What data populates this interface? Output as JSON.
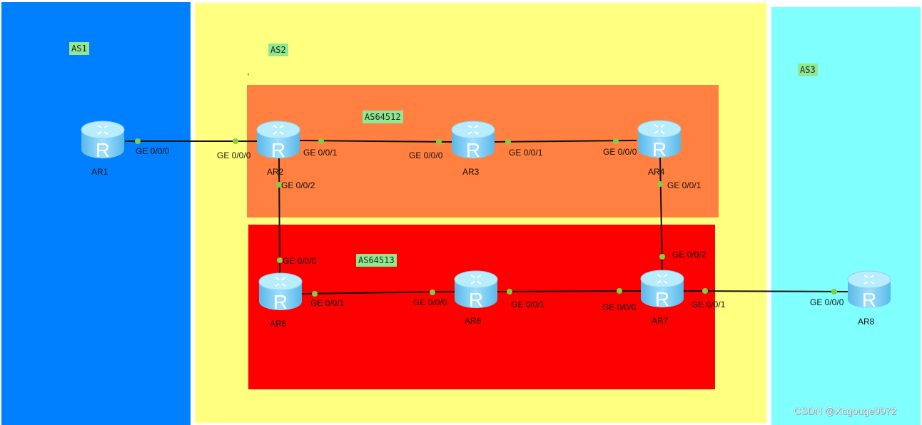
{
  "zones": {
    "as1": {
      "label": "AS1",
      "color": "#0080ff"
    },
    "as2": {
      "label": "AS2",
      "color": "#ffff80"
    },
    "as3": {
      "label": "AS3",
      "color": "#80ffff"
    },
    "as64512": {
      "label": "AS64512",
      "color": "#ff8040"
    },
    "as64513": {
      "label": "AS64513",
      "color": "#ff0000"
    }
  },
  "routers": [
    {
      "id": "AR1",
      "name": "AR1",
      "glyph": "R"
    },
    {
      "id": "AR2",
      "name": "AR2",
      "glyph": "R"
    },
    {
      "id": "AR3",
      "name": "AR3",
      "glyph": "R"
    },
    {
      "id": "AR4",
      "name": "AR4",
      "glyph": "R"
    },
    {
      "id": "AR5",
      "name": "AR5",
      "glyph": "R"
    },
    {
      "id": "AR6",
      "name": "AR6",
      "glyph": "R"
    },
    {
      "id": "AR7",
      "name": "AR7",
      "glyph": "R"
    },
    {
      "id": "AR8",
      "name": "AR8",
      "glyph": "R"
    }
  ],
  "links": [
    {
      "a": "AR1",
      "a_port": "GE 0/0/0",
      "b": "AR2",
      "b_port": "GE 0/0/0"
    },
    {
      "a": "AR2",
      "a_port": "GE 0/0/1",
      "b": "AR3",
      "b_port": "GE 0/0/0"
    },
    {
      "a": "AR3",
      "a_port": "GE 0/0/1",
      "b": "AR4",
      "b_port": "GE 0/0/0"
    },
    {
      "a": "AR2",
      "a_port": "GE 0/0/2",
      "b": "AR5",
      "b_port": "GE 0/0/0"
    },
    {
      "a": "AR4",
      "a_port": "GE 0/0/1",
      "b": "AR7",
      "b_port": "GE 0/0/2"
    },
    {
      "a": "AR5",
      "a_port": "GE 0/0/1",
      "b": "AR6",
      "b_port": "GE 0/0/0"
    },
    {
      "a": "AR6",
      "a_port": "GE 0/0/1",
      "b": "AR7",
      "b_port": "GE 0/0/0"
    },
    {
      "a": "AR7",
      "a_port": "GE 0/0/1",
      "b": "AR8",
      "b_port": "GE 0/0/0"
    }
  ],
  "colors": {
    "link": "#111111",
    "port_dot": "#80d040",
    "label_bg": "#90e890"
  },
  "watermark": "CSDN @Xcgouge0972"
}
